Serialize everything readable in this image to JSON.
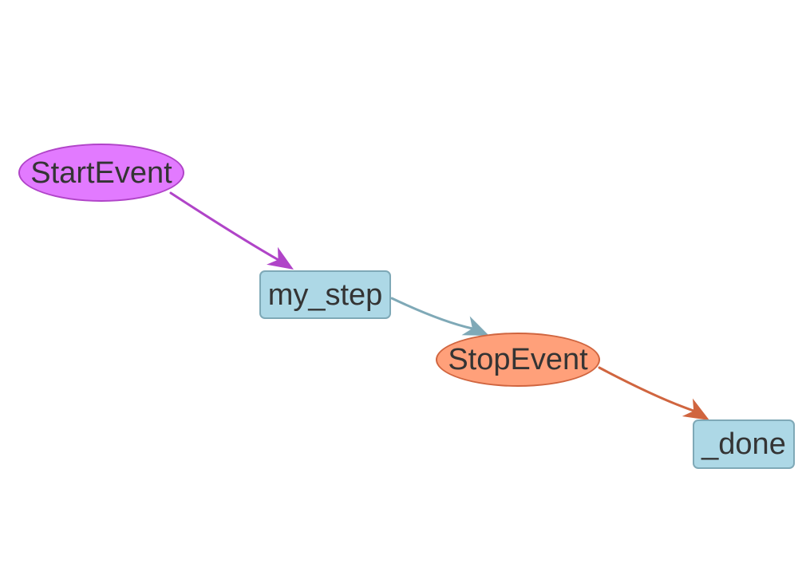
{
  "canvas": {
    "background": "#FFFFFF",
    "text_color": "#343434"
  },
  "nodes": [
    {
      "id": "StartEvent",
      "label": "StartEvent",
      "shape": "ellipse",
      "fill": "#E27AFF",
      "border": "#B044C8"
    },
    {
      "id": "my_step",
      "label": "my_step",
      "shape": "box",
      "fill": "#ADD8E6",
      "border": "#7FA9B7"
    },
    {
      "id": "StopEvent",
      "label": "StopEvent",
      "shape": "ellipse",
      "fill": "#FFA07A",
      "border": "#D0653F"
    },
    {
      "id": "_done",
      "label": "_done",
      "shape": "box",
      "fill": "#ADD8E6",
      "border": "#7FA9B7"
    }
  ],
  "edges": [
    {
      "from": "StartEvent",
      "to": "my_step",
      "color": "#B044C8",
      "arrow": "to"
    },
    {
      "from": "my_step",
      "to": "StopEvent",
      "color": "#7FA9B7",
      "arrow": "to"
    },
    {
      "from": "StopEvent",
      "to": "_done",
      "color": "#D0653F",
      "arrow": "to"
    }
  ]
}
